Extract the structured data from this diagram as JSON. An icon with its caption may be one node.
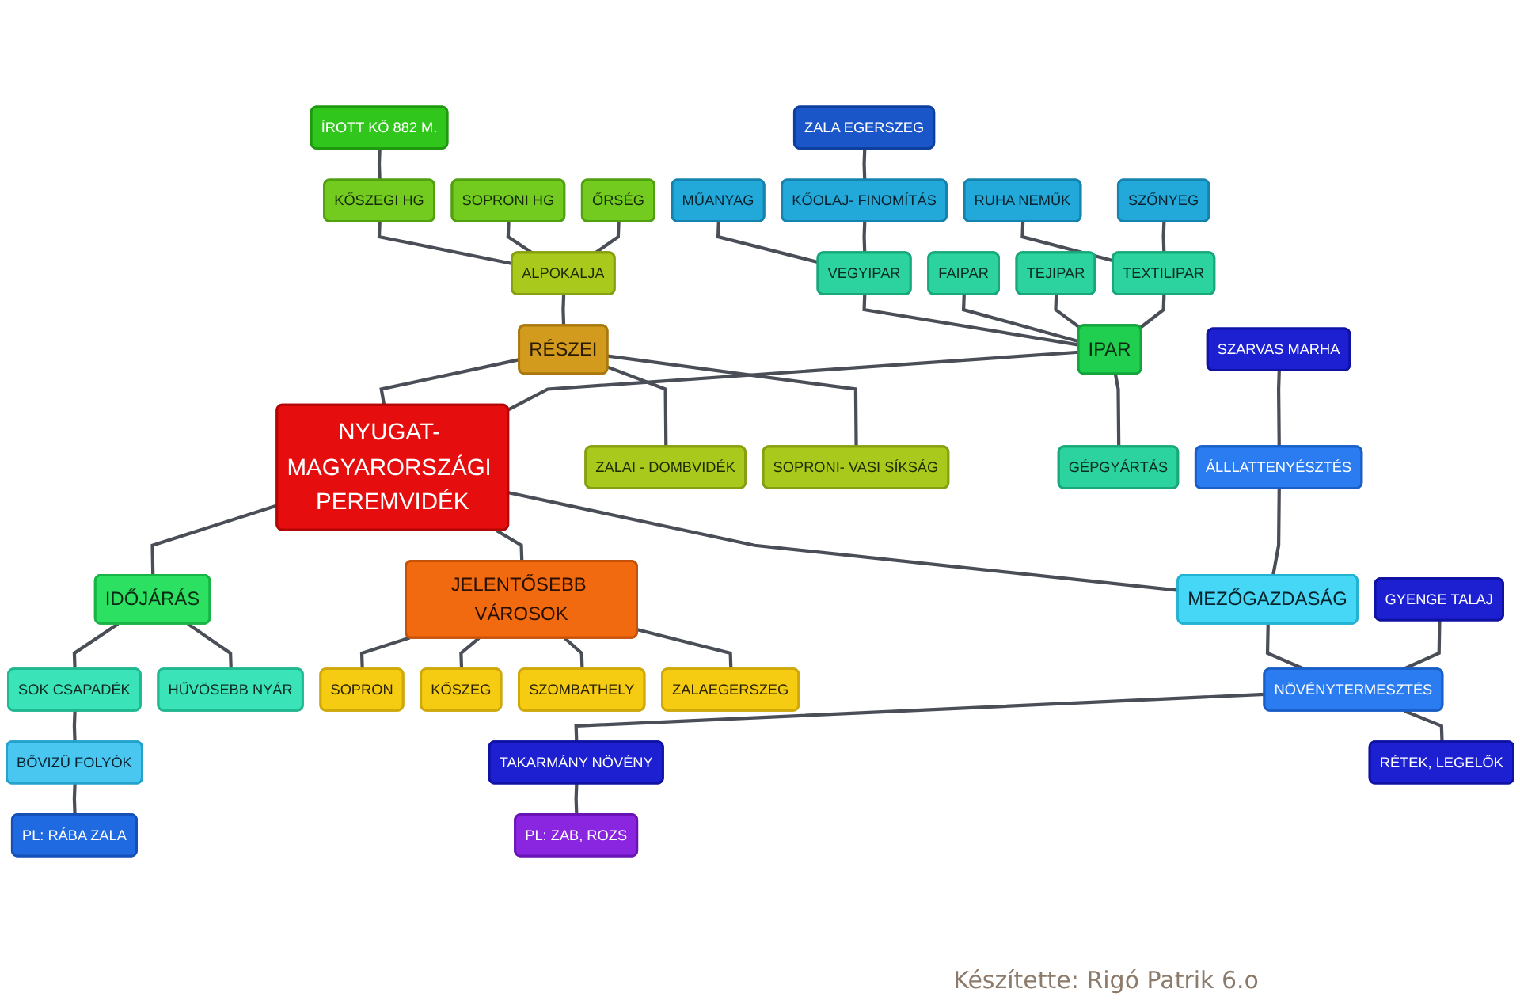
{
  "diagram": {
    "caption": "Készítette: Rigó Patrik 6.o",
    "nodes": [
      {
        "text": [
          "NYUGAT- MAGYARORSZÁGI PEREMVIDÉK"
        ]
      },
      {
        "text": [
          "RÉSZEI"
        ]
      },
      {
        "text": [
          "ALPOKALJA"
        ]
      },
      {
        "text": [
          "KŐSZEGI HG"
        ]
      },
      {
        "text": [
          "ÍROTT KŐ 882 M."
        ]
      },
      {
        "text": [
          "SOPRONI HG"
        ]
      },
      {
        "text": [
          "ŐRSÉG"
        ]
      },
      {
        "text": [
          "ZALAI - DOMBVIDÉK"
        ]
      },
      {
        "text": [
          "SOPRONI- VASI SÍKSÁG"
        ]
      },
      {
        "text": [
          "IPAR"
        ]
      },
      {
        "text": [
          "VEGYIPAR"
        ]
      },
      {
        "text": [
          "MŰANYAG"
        ]
      },
      {
        "text": [
          "KŐOLAJ- FINOMÍTÁS"
        ]
      },
      {
        "text": [
          "ZALA EGERSZEG"
        ]
      },
      {
        "text": [
          "FAIPAR"
        ]
      },
      {
        "text": [
          "TEJIPAR"
        ]
      },
      {
        "text": [
          "TEXTILIPAR"
        ]
      },
      {
        "text": [
          "RUHA NEMŰK"
        ]
      },
      {
        "text": [
          "SZŐNYEG"
        ]
      },
      {
        "text": [
          "GÉPGYÁRTÁS"
        ]
      },
      {
        "text": [
          "IDŐJÁRÁS"
        ]
      },
      {
        "text": [
          "SOK CSAPADÉK"
        ]
      },
      {
        "text": [
          "BŐVIZŰ FOLYÓK"
        ]
      },
      {
        "text": [
          "PL: RÁBA ZALA"
        ]
      },
      {
        "text": [
          "HŰVÖSEBB NYÁR"
        ]
      },
      {
        "text": [
          "JELENTŐSEBB VÁROSOK"
        ]
      },
      {
        "text": [
          "SOPRON"
        ]
      },
      {
        "text": [
          "KŐSZEG"
        ]
      },
      {
        "text": [
          "SZOMBATHELY"
        ]
      },
      {
        "text": [
          "ZALAEGERSZEG"
        ]
      },
      {
        "text": [
          "MEZŐGAZDASÁG"
        ]
      },
      {
        "text": [
          "ÁLLLATTENYÉSZTÉS"
        ]
      },
      {
        "text": [
          "SZARVAS MARHA"
        ]
      },
      {
        "text": [
          "NÖVÉNYTERMESZTÉS"
        ]
      },
      {
        "text": [
          "GYENGE TALAJ"
        ]
      },
      {
        "text": [
          "TAKARMÁNY NÖVÉNY"
        ]
      },
      {
        "text": [
          "PL: ZAB, ROZS"
        ]
      },
      {
        "text": [
          "RÉTEK, LEGELŐK"
        ]
      }
    ],
    "edges": [
      {
        "from": 0,
        "to": 1,
        "arrow": "none"
      },
      {
        "from": 1,
        "to": 2,
        "arrow": "none"
      },
      {
        "from": 2,
        "to": 3,
        "arrow": "none"
      },
      {
        "from": 3,
        "to": 4,
        "arrow": "none"
      },
      {
        "from": 2,
        "to": 5,
        "arrow": "none"
      },
      {
        "from": 2,
        "to": 6,
        "arrow": "none"
      },
      {
        "from": 1,
        "to": 7,
        "arrow": "none"
      },
      {
        "from": 1,
        "to": 8,
        "arrow": "none"
      },
      {
        "from": 0,
        "to": 9,
        "arrow": "none"
      },
      {
        "from": 9,
        "to": 10,
        "arrow": "none"
      },
      {
        "from": 10,
        "to": 11,
        "arrow": "none"
      },
      {
        "from": 10,
        "to": 12,
        "arrow": "none"
      },
      {
        "from": 12,
        "to": 13,
        "arrow": "none"
      },
      {
        "from": 9,
        "to": 14,
        "arrow": "none"
      },
      {
        "from": 9,
        "to": 15,
        "arrow": "none"
      },
      {
        "from": 9,
        "to": 16,
        "arrow": "none"
      },
      {
        "from": 16,
        "to": 17,
        "arrow": "none"
      },
      {
        "from": 16,
        "to": 18,
        "arrow": "none"
      },
      {
        "from": 9,
        "to": 19,
        "arrow": "none"
      },
      {
        "from": 0,
        "to": 20,
        "arrow": "none"
      },
      {
        "from": 20,
        "to": 21,
        "arrow": "none"
      },
      {
        "from": 21,
        "to": 22,
        "arrow": "none"
      },
      {
        "from": 22,
        "to": 23,
        "arrow": "none"
      },
      {
        "from": 20,
        "to": 24,
        "arrow": "none"
      },
      {
        "from": 0,
        "to": 25,
        "arrow": "none"
      },
      {
        "from": 25,
        "to": 26,
        "arrow": "none"
      },
      {
        "from": 25,
        "to": 27,
        "arrow": "none"
      },
      {
        "from": 25,
        "to": 28,
        "arrow": "none"
      },
      {
        "from": 25,
        "to": 29,
        "arrow": "none"
      },
      {
        "from": 0,
        "to": 30,
        "arrow": "none"
      },
      {
        "from": 30,
        "to": 31,
        "arrow": "none"
      },
      {
        "from": 31,
        "to": 32,
        "arrow": "none"
      },
      {
        "from": 30,
        "to": 33,
        "arrow": "none"
      },
      {
        "from": 33,
        "to": 34,
        "arrow": "none"
      },
      {
        "from": 33,
        "to": 35,
        "arrow": "none"
      },
      {
        "from": 35,
        "to": 36,
        "arrow": "none"
      },
      {
        "from": 33,
        "to": 37,
        "arrow": "none"
      }
    ]
  }
}
